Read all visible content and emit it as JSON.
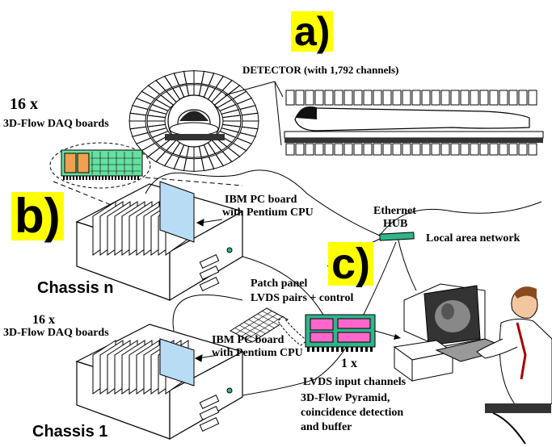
{
  "labels": {
    "a": "a)",
    "b": "b)",
    "c": "c)",
    "detector": "DETECTOR (with 1,792 channels)",
    "count_top": "16 x",
    "daq_top": "3D-Flow DAQ boards",
    "ibm_top_1": "IBM PC board",
    "ibm_top_2": "with Pentium CPU",
    "ethernet_1": "Ethernet",
    "ethernet_2": "HUB",
    "lan": "Local area network",
    "chassis_n": "Chassis n",
    "patch_1": "Patch panel",
    "patch_2": "LVDS pairs + control",
    "count_mid": "16 x",
    "daq_mid": "3D-Flow DAQ boards",
    "ibm_bot_1": "IBM PC board",
    "ibm_bot_2": "with Pentium CPU",
    "count_one": "1 x",
    "lvds_in": "LVDS input channels",
    "pyramid_1": "3D-Flow Pyramid,",
    "pyramid_2": "coincidence detection",
    "pyramid_3": "and buffer",
    "chassis_1": "Chassis 1"
  },
  "colors": {
    "badge": "#ffff00",
    "hub": "#2fb58a",
    "board_green": "#66e0a0",
    "board_orange": "#f0a050",
    "board_pink": "#ff66cc",
    "cpu_panel": "#b8dcf4",
    "screen": "#333333"
  }
}
